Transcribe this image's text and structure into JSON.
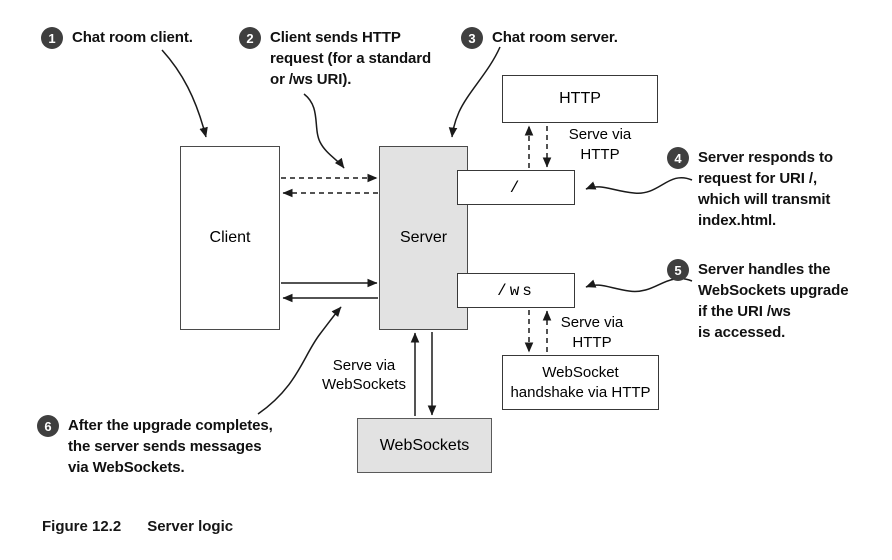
{
  "figure": {
    "caption_label": "Figure 12.2",
    "caption_title": "Server logic"
  },
  "boxes": {
    "client": "Client",
    "server": "Server",
    "http": "HTTP",
    "root_uri": "/",
    "ws_uri": "/ws",
    "handshake": {
      "line1": "WebSocket",
      "line2": "handshake via HTTP"
    },
    "websockets": "WebSockets"
  },
  "labels": {
    "serve_via_http_top": {
      "line1": "Serve via",
      "line2": "HTTP"
    },
    "serve_via_http_bottom": {
      "line1": "Serve via",
      "line2": "HTTP"
    },
    "serve_via_websockets": {
      "line1": "Serve via",
      "line2": "WebSockets"
    }
  },
  "callouts": [
    {
      "number": "1",
      "lines": [
        "Chat room client."
      ]
    },
    {
      "number": "2",
      "lines": [
        "Client sends HTTP",
        "request (for a standard",
        "or /ws URI)."
      ]
    },
    {
      "number": "3",
      "lines": [
        "Chat room server."
      ]
    },
    {
      "number": "4",
      "lines": [
        "Server responds to",
        "request for URI /,",
        "which will transmit",
        "index.html."
      ]
    },
    {
      "number": "5",
      "lines": [
        "Server handles the",
        "WebSockets upgrade",
        "if the URI /ws",
        "is accessed."
      ]
    },
    {
      "number": "6",
      "lines": [
        "After the upgrade completes,",
        "the server sends messages",
        "via WebSockets."
      ]
    }
  ],
  "colors": {
    "box_fill_gray": "#e2e2e2",
    "callout_badge": "#3f3f3f",
    "line": "#1a1a1a"
  }
}
